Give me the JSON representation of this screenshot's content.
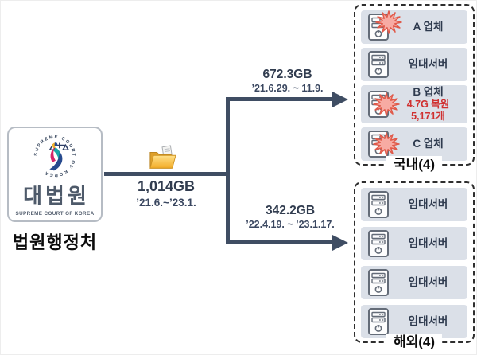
{
  "source": {
    "name": "대법원",
    "name_en": "SUPREME COURT OF KOREA",
    "seal_text": "SUPREME COURT OF KOREA",
    "department": "법원행정처"
  },
  "transfer": {
    "total_amount": "1,014GB",
    "total_period": "’21.6.~’23.1.",
    "branches": [
      {
        "amount": "672.3GB",
        "period": "’21.6.29. ~ 11.9."
      },
      {
        "amount": "342.2GB",
        "period": "’22.4.19. ~ ’23.1.17."
      }
    ]
  },
  "groups": [
    {
      "label": "국내(4)",
      "servers": [
        {
          "name": "A 업체",
          "compromised": true,
          "notes": []
        },
        {
          "name": "임대서버",
          "compromised": false,
          "notes": []
        },
        {
          "name": "B 업체",
          "compromised": true,
          "notes": [
            "4.7G 복원",
            "5,171개"
          ]
        },
        {
          "name": "C 업체",
          "compromised": true,
          "notes": []
        }
      ]
    },
    {
      "label": "해외(4)",
      "servers": [
        {
          "name": "임대서버",
          "compromised": false,
          "notes": []
        },
        {
          "name": "임대서버",
          "compromised": false,
          "notes": []
        },
        {
          "name": "임대서버",
          "compromised": false,
          "notes": []
        },
        {
          "name": "임대서버",
          "compromised": false,
          "notes": []
        }
      ]
    }
  ],
  "icons": {
    "folder": "open-folder-icon",
    "server": "server-tower-icon",
    "burst": "burst-star-icon",
    "seal": "supreme-court-seal"
  },
  "colors": {
    "line": "#3f4d63",
    "row_bg": "#dbe0e8",
    "alert_red": "#d03030",
    "burst_fill": "#f7aba3",
    "burst_stroke": "#e05a4a",
    "logo_navy": "#4e5a6a",
    "text_dark": "#2e3a4e"
  }
}
